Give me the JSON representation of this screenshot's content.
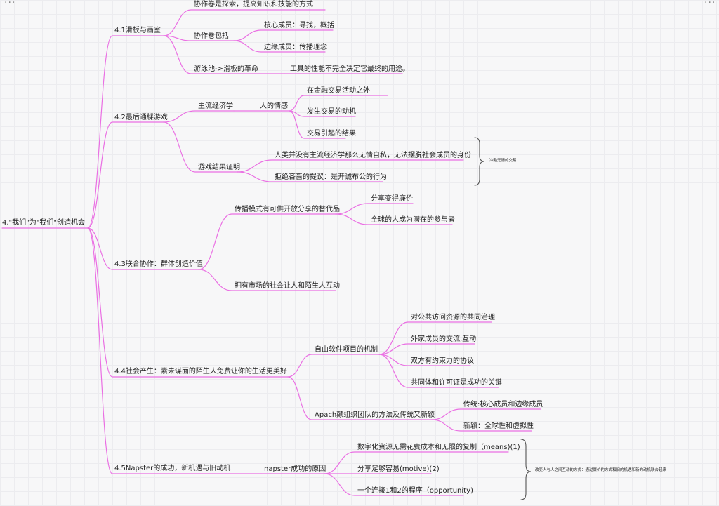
{
  "root": "4.\"我们\"为\"我们\"创造机会",
  "sections": [
    {
      "label": "4.1滑板与画室",
      "children": [
        {
          "label": "协作卷是探索，提高知识和技能的方式"
        },
        {
          "label": "协作卷包括",
          "children": [
            {
              "label": "核心成员：寻找，概括"
            },
            {
              "label": "边缘成员：传播理念"
            }
          ]
        },
        {
          "label": "游泳池->滑板的革命",
          "children": [
            {
              "label": "工具的性能不完全决定它最终的用途。"
            }
          ]
        }
      ]
    },
    {
      "label": "4.2最后通牒游戏",
      "children": [
        {
          "label": "主流经济学",
          "children": [
            {
              "label": "人的情感",
              "children": [
                {
                  "label": "在金融交易活动之外"
                },
                {
                  "label": "发生交易的动机"
                },
                {
                  "label": "交易引起的结果"
                }
              ]
            }
          ]
        },
        {
          "label": "游戏结果证明",
          "children": [
            {
              "label": "人类并没有主流经济学那么无情自私，无法摆脱社会成员的身份"
            },
            {
              "label": "拒绝吝啬的提议：是开诚布公的行为"
            }
          ]
        }
      ]
    },
    {
      "label": "4.3联合协作：群体创造价值",
      "children": [
        {
          "label": "传播模式有可供开放分享的替代品",
          "children": [
            {
              "label": "分享变得廉价"
            },
            {
              "label": "全球的人成为潜在的参与者"
            }
          ]
        },
        {
          "label": "拥有市场的社会让人和陌生人互动"
        }
      ]
    },
    {
      "label": "4.4社会产生：素未谋面的陌生人免费让你的生活更美好",
      "children": [
        {
          "label": "自由软件项目的机制",
          "children": [
            {
              "label": "对公共访问资源的共同治理"
            },
            {
              "label": "外家成员的交流,互动"
            },
            {
              "label": "双方有约束力的协议"
            },
            {
              "label": "共同体和许可证是成功的关键"
            }
          ]
        },
        {
          "label": "Apach颠组织团队的方法及传统又新颖",
          "children": [
            {
              "label": "传统:核心成员和边缘成员"
            },
            {
              "label": "新颖：全球性和虚拟性"
            }
          ]
        }
      ]
    },
    {
      "label": "4.5Napster的成功，新机遇与旧动机",
      "children": [
        {
          "label": "napster成功的原因",
          "children": [
            {
              "label": "数字化资源无需花费成本和无限的复制（means)(1)"
            },
            {
              "label": "分享足够容易(motive)(2)"
            },
            {
              "label": "一个连接1和2的程序（opportunity)"
            }
          ]
        }
      ]
    }
  ],
  "summaries": [
    {
      "label": "冷酷无情的交易"
    },
    {
      "label": "改变人与人之间互动的方式：通过廉价的方式和旧的机遇和新的动机联合起来"
    }
  ],
  "colors": {
    "line": "#ea6fe3",
    "bracket": "#555555",
    "text": "#222222"
  }
}
